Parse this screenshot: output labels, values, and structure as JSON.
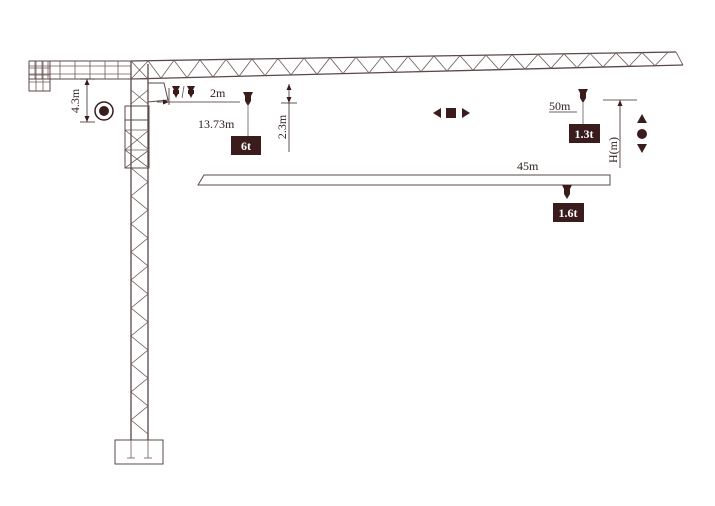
{
  "diagram": {
    "counter_jib_drop": "4.3m",
    "trolley_gap": "2m",
    "max_lift_radius": "13.73m",
    "hook_drop": "2.3m",
    "max_load": "6t",
    "tip_radius": "50m",
    "tip_load": "1.3t",
    "height_label": "H(m)",
    "alt_jib_length": "45m",
    "alt_tip_load": "1.6t"
  },
  "colors": {
    "structure": "#5a4747",
    "label_box": "#3a1c1c",
    "text": "#2b1d1d"
  },
  "icons": {
    "slewing_arrows": "left-right-arrows-icon",
    "hoist_arrows": "up-down-arrows-icon",
    "hook": "hook-icon",
    "trolley": "trolley-icon",
    "counterweight": "counterweight-icon"
  }
}
